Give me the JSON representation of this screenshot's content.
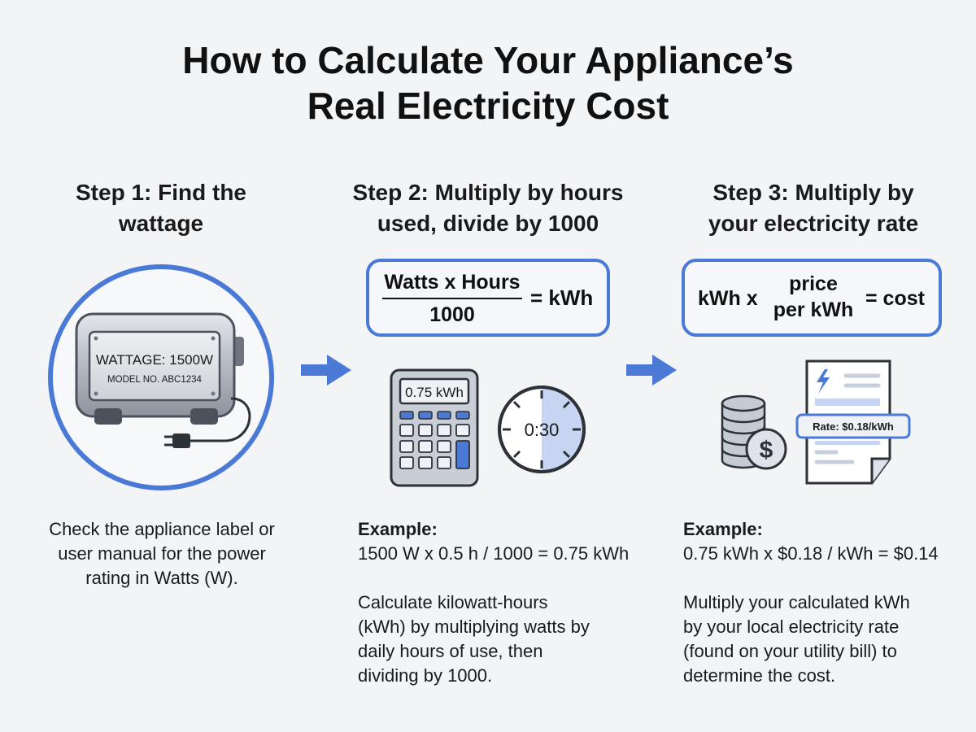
{
  "title": {
    "line1": "How to Calculate Your Appliance’s",
    "line2": "Real Electricity Cost"
  },
  "steps": [
    {
      "heading_line1": "Step 1: Find the",
      "heading_line2": "wattage",
      "label_wattage": "WATTAGE: 1500W",
      "label_model": "MODEL NO. ABC1234",
      "desc_line1": "Check the appliance label or",
      "desc_line2": "user manual for the power",
      "desc_line3": "rating in Watts (W)."
    },
    {
      "heading_line1": "Step 2: Multiply by hours",
      "heading_line2": "used, divide by 1000",
      "formula_numerator": "Watts x Hours",
      "formula_denominator": "1000",
      "formula_result": "= kWh",
      "calc_display": "0.75 kWh",
      "timer_text": "0:30",
      "example_label": "Example:",
      "example_text": "1500 W x 0.5 h / 1000 = 0.75 kWh",
      "desc_line1": "Calculate kilowatt-hours",
      "desc_line2": "(kWh) by multiplying watts by",
      "desc_line3": "daily hours of use, then",
      "desc_line4": "dividing by 1000."
    },
    {
      "heading_line1": "Step 3: Multiply by",
      "heading_line2": "your electricity rate",
      "formula_left": "kWh x",
      "formula_top": "price",
      "formula_bottom": "per kWh",
      "formula_result": "= cost",
      "bill_rate": "Rate: $0.18/kWh",
      "coin_symbol": "$",
      "example_label": "Example:",
      "example_text": "0.75 kWh x $0.18 / kWh = $0.14",
      "desc_line1": "Multiply your calculated kWh",
      "desc_line2": "by your local electricity rate",
      "desc_line3": "(found on your utility bill) to",
      "desc_line4": "determine the cost."
    }
  ],
  "colors": {
    "accent": "#4a7ad6",
    "text": "#111111",
    "background": "#f3f4f6"
  },
  "icons": [
    "toaster-icon",
    "plug-icon",
    "arrow-right-icon",
    "calculator-icon",
    "stopwatch-icon",
    "coin-stack-icon",
    "dollar-coin-icon",
    "utility-bill-icon",
    "lightning-icon"
  ]
}
